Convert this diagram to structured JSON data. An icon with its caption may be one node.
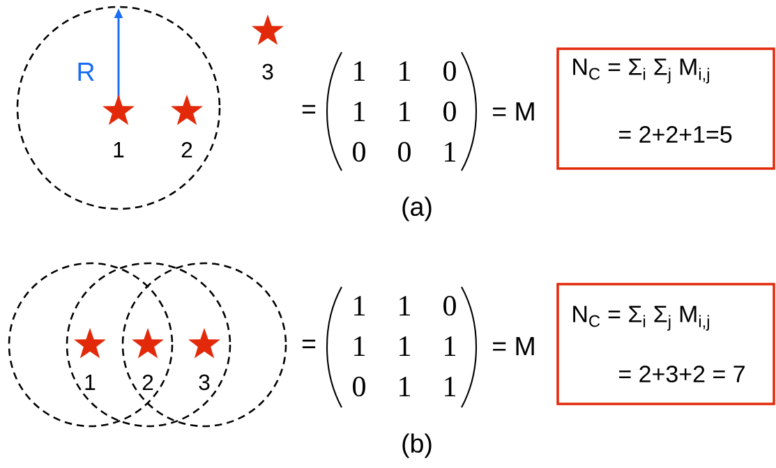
{
  "diagram": {
    "nodes": [
      {
        "text": [
          "N$_{C}$ = Σ$_{i}$ Σ$_{j}$ M$_{i,j}$",
          "= 2+2+1=5"
        ]
      },
      {
        "text": [
          "N$_{C}$ = Σ$_{i}$ Σ$_{j}$ M$_{i,j}$",
          "= 2+3+2 = 7"
        ]
      }
    ],
    "labels": [
      "R",
      "3",
      "=",
      "1",
      "1",
      "0",
      "1",
      "1",
      "0",
      "0",
      "0",
      "1",
      "= M",
      "1",
      "2",
      "(a)",
      "=",
      "1",
      "1",
      "0",
      "1",
      "1",
      "1",
      "0",
      "1",
      "1",
      "= M",
      "1",
      "2",
      "3",
      "(b)"
    ]
  }
}
